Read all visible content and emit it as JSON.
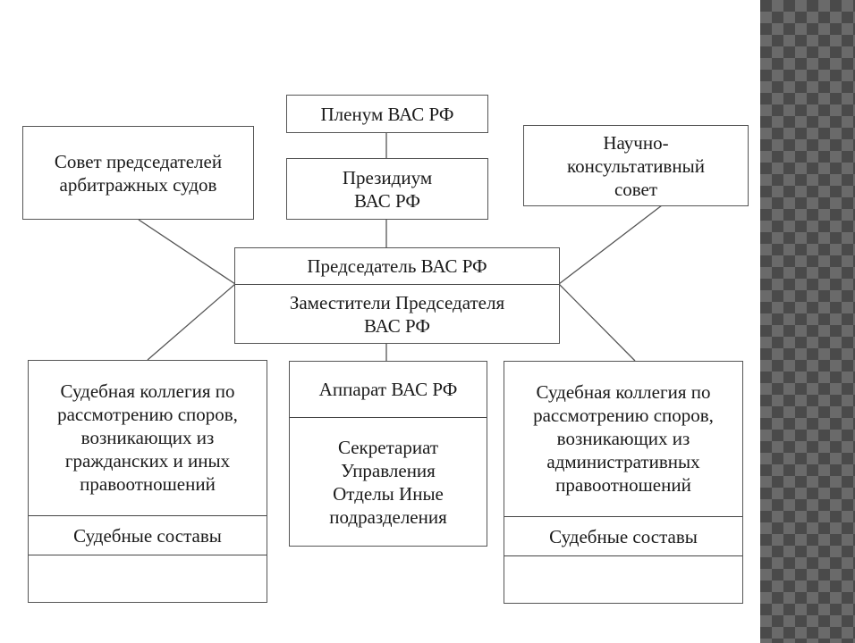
{
  "boxes": {
    "plenum": "Пленум ВАС РФ",
    "council_chairs": "Совет председателей арбитражных судов",
    "presidium": "Президиум ВАС РФ",
    "scientific_council": "Научно-консультативный совет",
    "chairman": "Председатель ВАС РФ",
    "deputies": "Заместители Председателя ВАС РФ",
    "collegium_civil": "Судебная коллегия по рассмотрению споров, возникающих из гражданских и иных правоотношений",
    "collegium_civil_compositions": "Судебные составы",
    "apparatus": "Аппарат ВАС РФ",
    "apparatus_units": "Секретариат Управления Отделы Иные подразделения",
    "collegium_admin": "Судебная коллегия по рассмотрению споров, возникающих из административных правоотношений",
    "collegium_admin_compositions": "Судебные составы"
  }
}
